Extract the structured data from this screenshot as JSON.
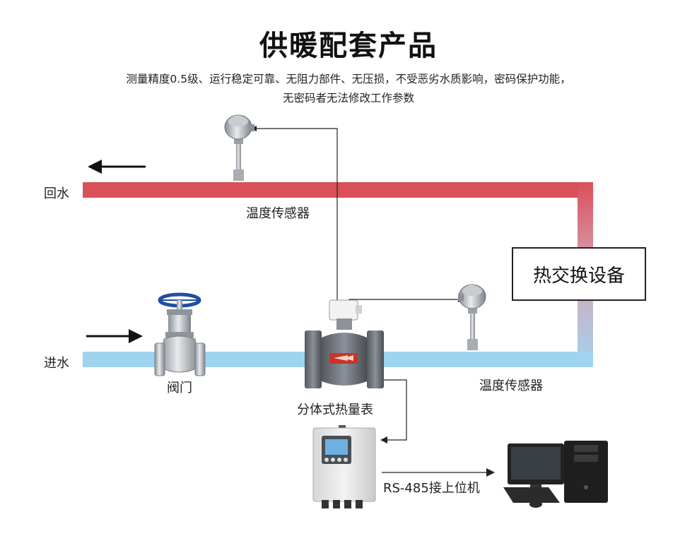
{
  "title": "供暖配套产品",
  "subtitle_line1": "测量精度0.5级、运行稳定可靠、无阻力部件、无压损，不受恶劣水质影响，密码保护功能，",
  "subtitle_line2": "无密码者无法修改工作参数",
  "labels": {
    "return_water": "回水",
    "supply_water": "进水",
    "temp_sensor_top": "温度传感器",
    "temp_sensor_right": "温度传感器",
    "heat_exchanger": "热交换设备",
    "valve": "阀门",
    "heat_meter": "分体式热量表",
    "rs485": "RS-485接上位机"
  },
  "colors": {
    "return_pipe": "#d9505a",
    "supply_pipe": "#9fd4ee",
    "flange": "#6b6f78",
    "valve_wheel": "#1f4fa0"
  },
  "icons": [
    "left-arrow-icon",
    "right-arrow-icon",
    "temperature-sensor-icon",
    "gate-valve-icon",
    "flowmeter-icon",
    "converter-box-icon",
    "computer-icon"
  ]
}
